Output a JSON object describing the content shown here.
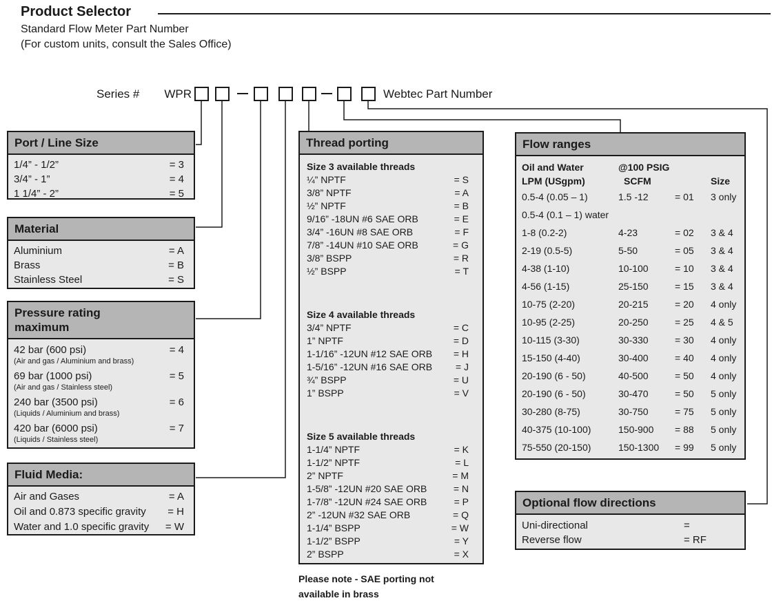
{
  "page": {
    "title": "Product Selector",
    "subtitle1": "Standard Flow Meter Part Number",
    "subtitle2": "(For custom units, consult the Sales Office)",
    "series_prefix": "Series #",
    "series_code": "WPR",
    "series_suffix": "Webtec Part Number"
  },
  "colors": {
    "header_bar_bg": "#b5b5b5",
    "table_body_bg": "#e8e8e8",
    "line_color": "#1a1a1a"
  },
  "tables": {
    "port_line_size": {
      "title": "Port / Line Size",
      "rows": [
        {
          "label": "1/4” - 1/2”",
          "value": "= 3"
        },
        {
          "label": "3/4” - 1”",
          "value": "= 4"
        },
        {
          "label": "1 1/4” - 2”",
          "value": "= 5"
        }
      ]
    },
    "material": {
      "title": "Material",
      "rows": [
        {
          "label": "Aluminium",
          "value": "= A"
        },
        {
          "label": "Brass",
          "value": "= B"
        },
        {
          "label": "Stainless Steel",
          "value": "= S"
        }
      ]
    },
    "pressure_rating": {
      "title": "Pressure rating\nmaximum",
      "rows": [
        {
          "label": "42 bar (600 psi)",
          "value": "= 4",
          "note": "(Air and gas / Aluminium and brass)"
        },
        {
          "label": "69 bar (1000 psi)",
          "value": "= 5",
          "note": "(Air and gas / Stainless steel)"
        },
        {
          "label": "240 bar (3500 psi)",
          "value": "= 6",
          "note": "(Liquids / Aluminium and brass)"
        },
        {
          "label": "420 bar (6000 psi)",
          "value": "= 7",
          "note": "(Liquids / Stainless steel)"
        }
      ]
    },
    "fluid_media": {
      "title": "Fluid Media:",
      "rows": [
        {
          "label": "Air and Gases",
          "value": "= A"
        },
        {
          "label": "Oil and 0.873 specific gravity",
          "value": "= H"
        },
        {
          "label": "Water and 1.0 specific gravity",
          "value": "= W"
        }
      ]
    },
    "thread_porting": {
      "title": "Thread porting",
      "size3_heading": "Size 3 available threads",
      "size3_rows": [
        {
          "label": "¼” NPTF",
          "value": "= S"
        },
        {
          "label": "3/8” NPTF",
          "value": "= A"
        },
        {
          "label": "½” NPTF",
          "value": "= B"
        },
        {
          "label": "9/16” -18UN #6 SAE ORB",
          "value": "= E"
        },
        {
          "label": "3/4” -16UN #8 SAE ORB",
          "value": "= F"
        },
        {
          "label": "7/8” -14UN #10 SAE ORB",
          "value": "= G"
        },
        {
          "label": "3/8” BSPP",
          "value": "= R"
        },
        {
          "label": "½” BSPP",
          "value": "= T"
        }
      ],
      "size4_heading": "Size 4 available threads",
      "size4_rows": [
        {
          "label": "3/4” NPTF",
          "value": "= C"
        },
        {
          "label": "1” NPTF",
          "value": "= D"
        },
        {
          "label": "1-1/16” -12UN #12 SAE ORB",
          "value": "= H"
        },
        {
          "label": "1-5/16” -12UN #16 SAE ORB",
          "value": "= J"
        },
        {
          "label": "¾” BSPP",
          "value": "= U"
        },
        {
          "label": "1” BSPP",
          "value": "= V"
        }
      ],
      "size5_heading": "Size 5 available threads",
      "size5_rows": [
        {
          "label": "1-1/4” NPTF",
          "value": "= K"
        },
        {
          "label": "1-1/2” NPTF",
          "value": "= L"
        },
        {
          "label": "2” NPTF",
          "value": "= M"
        },
        {
          "label": "1-5/8” -12UN #20 SAE ORB",
          "value": "= N"
        },
        {
          "label": "1-7/8” -12UN #24 SAE ORB",
          "value": "= P"
        },
        {
          "label": "2” -12UN #32 SAE ORB",
          "value": "= Q"
        },
        {
          "label": "1-1/4” BSPP",
          "value": "= W"
        },
        {
          "label": "1-1/2” BSPP",
          "value": "= Y"
        },
        {
          "label": "2” BSPP",
          "value": "= X"
        }
      ],
      "note_line1": "Please note - SAE porting not",
      "note_line2": "available in brass"
    },
    "flow_ranges": {
      "title": "Flow ranges",
      "header_row1": {
        "col1": "Oil and Water",
        "col2": "@100 PSIG"
      },
      "header_row2": {
        "col1": "LPM (USgpm)",
        "col2": "SCFM",
        "col4": "Size"
      },
      "rows": [
        {
          "lpm": "0.5-4 (0.05 – 1)",
          "scfm": "1.5 -12",
          "code": "= 01",
          "size": "3 only"
        },
        {
          "lpm": "0.5-4 (0.1 – 1) water",
          "scfm": "",
          "code": "",
          "size": ""
        },
        {
          "lpm": "1-8 (0.2-2)",
          "scfm": "4-23",
          "code": "= 02",
          "size": "3 & 4"
        },
        {
          "lpm": "2-19 (0.5-5)",
          "scfm": "5-50",
          "code": "= 05",
          "size": "3 & 4"
        },
        {
          "lpm": "4-38 (1-10)",
          "scfm": "10-100",
          "code": "= 10",
          "size": "3 & 4"
        },
        {
          "lpm": "4-56 (1-15)",
          "scfm": "25-150",
          "code": "= 15",
          "size": "3 & 4"
        },
        {
          "lpm": "10-75 (2-20)",
          "scfm": "20-215",
          "code": "= 20",
          "size": "4 only"
        },
        {
          "lpm": "10-95 (2-25)",
          "scfm": "20-250",
          "code": "= 25",
          "size": "4 & 5"
        },
        {
          "lpm": "10-115 (3-30)",
          "scfm": "30-330",
          "code": "= 30",
          "size": "4 only"
        },
        {
          "lpm": "15-150 (4-40)",
          "scfm": "30-400",
          "code": "= 40",
          "size": "4 only"
        },
        {
          "lpm": "20-190 (6 - 50)",
          "scfm": "40-500",
          "code": "= 50",
          "size": "4 only"
        },
        {
          "lpm": "20-190 (6 - 50)",
          "scfm": "30-470",
          "code": "= 50",
          "size": "5 only"
        },
        {
          "lpm": "30-280 (8-75)",
          "scfm": "30-750",
          "code": "= 75",
          "size": "5 only"
        },
        {
          "lpm": "40-375 (10-100)",
          "scfm": "150-900",
          "code": "= 88",
          "size": "5 only"
        },
        {
          "lpm": "75-550 (20-150)",
          "scfm": "150-1300",
          "code": "= 99",
          "size": "5 only"
        }
      ]
    },
    "optional_flow": {
      "title": "Optional flow directions",
      "rows": [
        {
          "label": "Uni-directional",
          "value": "="
        },
        {
          "label": "Reverse flow",
          "value": "= RF"
        }
      ]
    }
  }
}
